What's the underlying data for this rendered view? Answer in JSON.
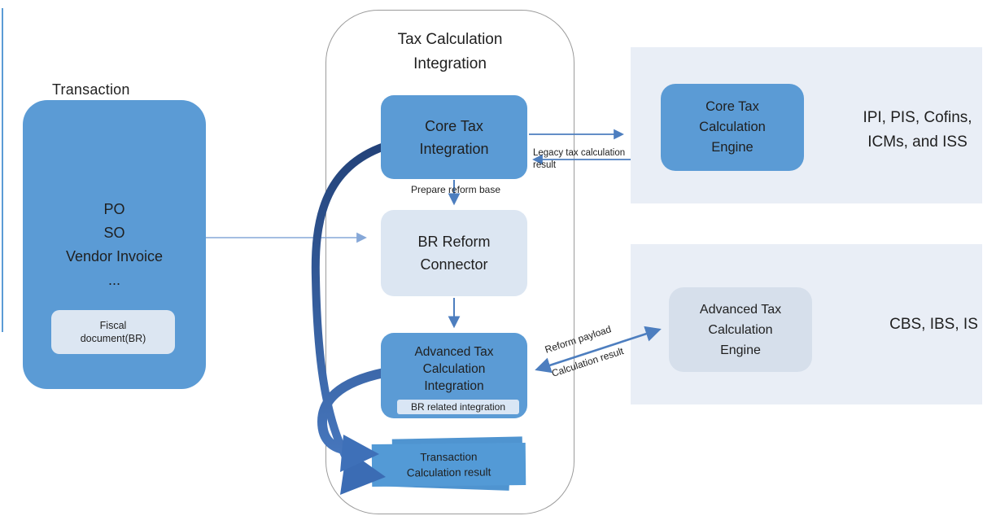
{
  "colors": {
    "main_blue": "#5B9BD5",
    "light_blue_box": "#DCE6F2",
    "panel_bg": "#E9EEF6",
    "engine_muted_box": "#D6DFEB",
    "arrow_blue": "#4D7EBF",
    "connector_blue": "#86A8D8",
    "thick_arrow_dark": "#203E74",
    "thick_arrow_mid": "#4A7CC4",
    "border_gray": "#9b9b9b",
    "text_dark": "#1f1f1f"
  },
  "transaction": {
    "title": "Transaction",
    "items": [
      "PO",
      "SO",
      "Vendor Invoice",
      "..."
    ],
    "fiscal_line1": "Fiscal",
    "fiscal_line2": "document(BR)"
  },
  "integration": {
    "title_line1": "Tax Calculation",
    "title_line2": "Integration",
    "core_line1": "Core Tax",
    "core_line2": "Integration",
    "prepare_label": "Prepare reform base",
    "connector_line1": "BR Reform",
    "connector_line2": "Connector",
    "advanced_line1": "Advanced Tax",
    "advanced_line2": "Calculation",
    "advanced_line3": "Integration",
    "badge": "BR related integration",
    "result_line1": "Transaction",
    "result_line2": "Calculation result"
  },
  "labels": {
    "legacy_line1": "Legacy tax calculation",
    "legacy_line2": "result",
    "reform_payload": "Reform payload",
    "calculation_result": "Calculation result"
  },
  "core_engine": {
    "line1": "Core Tax",
    "line2": "Calculation",
    "line3": "Engine",
    "taxes_line1": "IPI, PIS, Cofins,",
    "taxes_line2": "ICMs, and ISS"
  },
  "advanced_engine": {
    "line1": "Advanced Tax",
    "line2": "Calculation",
    "line3": "Engine",
    "taxes": "CBS, IBS, IS"
  }
}
